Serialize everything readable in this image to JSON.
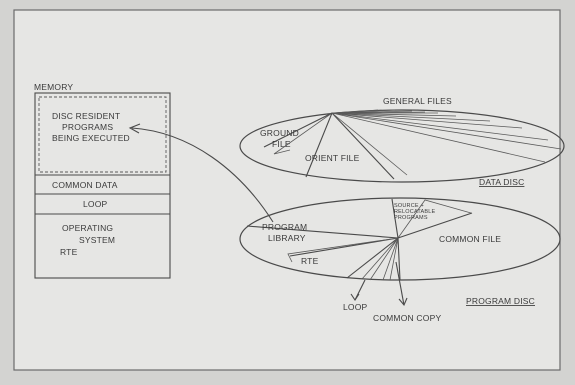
{
  "memory": {
    "title": "MEMORY",
    "partitions": {
      "disc_resident": [
        "DISC RESIDENT",
        "PROGRAMS",
        "BEING EXECUTED"
      ],
      "common_data": "COMMON DATA",
      "loop": "LOOP",
      "operating_system": [
        "OPERATING",
        "SYSTEM",
        "RTE"
      ]
    }
  },
  "data_disc": {
    "title": "DATA DISC",
    "labels": {
      "general_files": "GENERAL FILES",
      "ground_file": [
        "GROUND",
        "FILE"
      ],
      "orient_file": "ORIENT FILE"
    }
  },
  "program_disc": {
    "title": "PROGRAM DISC",
    "labels": {
      "source": [
        "SOURCE +",
        "RELOCATABLE",
        "PROGRAMS"
      ],
      "program_library": [
        "PROGRAM",
        "LIBRARY"
      ],
      "rte": "RTE",
      "common_file": "COMMON FILE",
      "loop": "LOOP",
      "common_copy": "COMMON COPY"
    }
  },
  "colors": {
    "background": "#d9d9d7",
    "panel": "#e6e6e4",
    "ink": "#3a3a3a"
  }
}
